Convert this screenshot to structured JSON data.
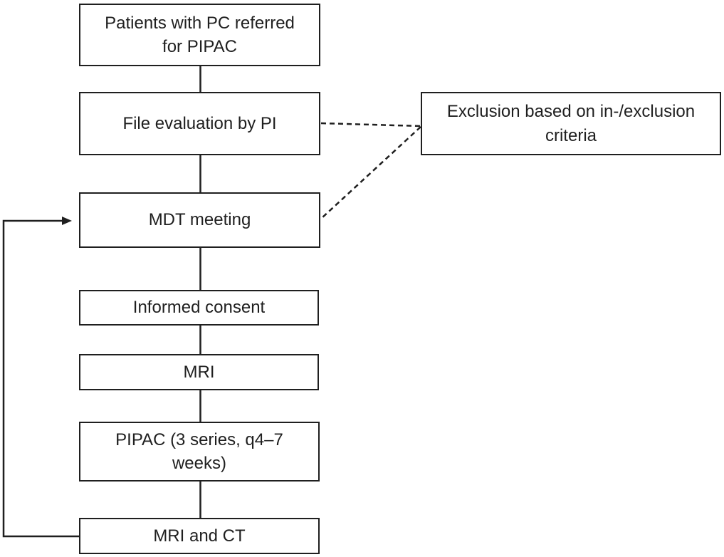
{
  "diagram": {
    "type": "flowchart",
    "description": "Study workflow for patients with PC referred for PIPAC",
    "colors": {
      "line": "#1f1f1f",
      "box_fill": "#ffffff",
      "text": "#1f1f1f",
      "background": "#ffffff"
    },
    "nodes": [
      {
        "id": "patients-referred",
        "label": "Patients with PC referred\nfor PIPAC"
      },
      {
        "id": "file-evaluation",
        "label": "File evaluation by PI"
      },
      {
        "id": "exclusion",
        "label": "Exclusion based on in-/exclusion\ncriteria"
      },
      {
        "id": "mdt-meeting",
        "label": "MDT meeting"
      },
      {
        "id": "informed-consent",
        "label": "Informed consent"
      },
      {
        "id": "mri",
        "label": "MRI"
      },
      {
        "id": "pipac-series",
        "label": "PIPAC (3 series, q4–7\nweeks)"
      },
      {
        "id": "mri-and-ct",
        "label": "MRI and CT"
      }
    ],
    "edges": [
      {
        "from": "patients-referred",
        "to": "file-evaluation",
        "style": "solid",
        "arrow": false
      },
      {
        "from": "file-evaluation",
        "to": "mdt-meeting",
        "style": "solid",
        "arrow": false
      },
      {
        "from": "file-evaluation",
        "to": "exclusion",
        "style": "dashed",
        "arrow": false
      },
      {
        "from": "mdt-meeting",
        "to": "exclusion",
        "style": "dashed",
        "arrow": false
      },
      {
        "from": "mdt-meeting",
        "to": "informed-consent",
        "style": "solid",
        "arrow": false
      },
      {
        "from": "informed-consent",
        "to": "mri",
        "style": "solid",
        "arrow": false
      },
      {
        "from": "mri",
        "to": "pipac-series",
        "style": "solid",
        "arrow": false
      },
      {
        "from": "pipac-series",
        "to": "mri-and-ct",
        "style": "solid",
        "arrow": false
      },
      {
        "from": "mri-and-ct",
        "to": "mdt-meeting",
        "style": "solid",
        "arrow": true,
        "route": "left-loop"
      }
    ]
  }
}
